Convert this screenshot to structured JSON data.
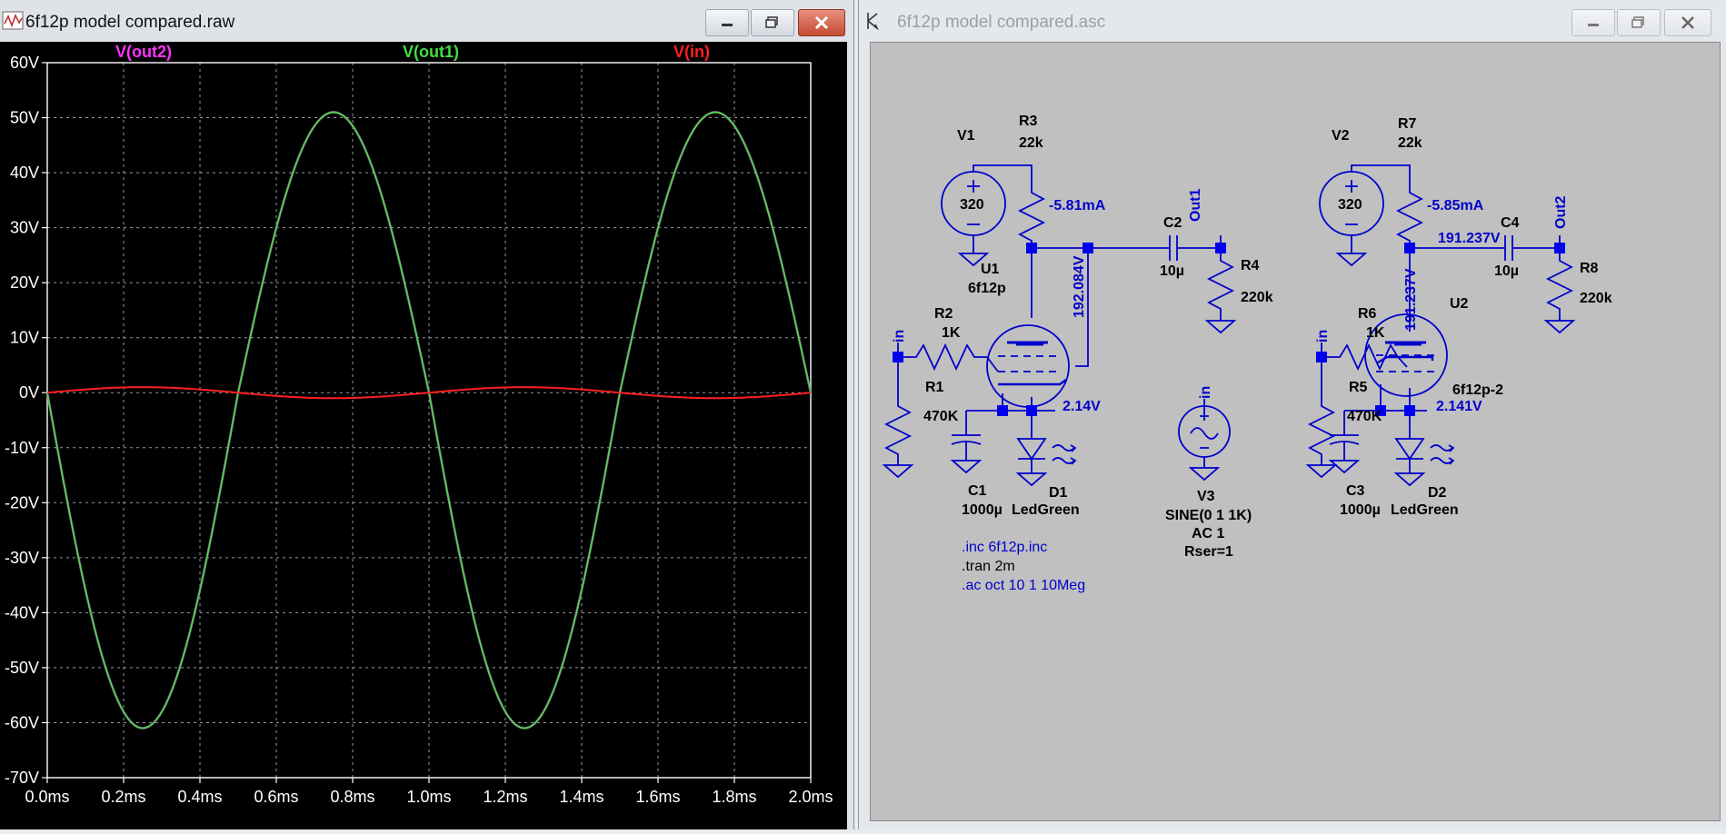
{
  "plot_window": {
    "title": "6f12p model compared.raw",
    "buttons": {
      "minimize": "minimize-icon",
      "maximize": "maximize-icon",
      "close": "close-icon"
    }
  },
  "schematic_window": {
    "title": "6f12p model compared.asc",
    "buttons": {
      "minimize": "minimize-icon",
      "maximize": "maximize-icon",
      "close": "close-icon"
    }
  },
  "chart_data": {
    "type": "line",
    "x_unit": "ms",
    "x_ticks": [
      "0.0ms",
      "0.2ms",
      "0.4ms",
      "0.6ms",
      "0.8ms",
      "1.0ms",
      "1.2ms",
      "1.4ms",
      "1.6ms",
      "1.8ms",
      "2.0ms"
    ],
    "y_ticks": [
      "60V",
      "50V",
      "40V",
      "30V",
      "20V",
      "10V",
      "0V",
      "-10V",
      "-20V",
      "-30V",
      "-40V",
      "-50V",
      "-60V",
      "-70V"
    ],
    "xlim": [
      0,
      2.0
    ],
    "ylim": [
      -70,
      60
    ],
    "grid": true,
    "background": "#000000",
    "series": [
      {
        "name": "V(out2)",
        "color": "#ff33ff",
        "expr": "-56*sin(2*pi*1000*t) - 5",
        "note_visible": false
      },
      {
        "name": "V(out1)",
        "color": "#44dd44",
        "expr": "-56*sin(2*pi*1000*t) - 5"
      },
      {
        "name": "V(in)",
        "color": "#ff2020",
        "expr": "sin(2*pi*1000*t)"
      }
    ],
    "series_samples": {
      "x": [
        0,
        0.1,
        0.2,
        0.25,
        0.3,
        0.4,
        0.5,
        0.6,
        0.7,
        0.75,
        0.8,
        0.9,
        1.0,
        1.1,
        1.2,
        1.25,
        1.3,
        1.4,
        1.5,
        1.6,
        1.7,
        1.75,
        1.8,
        1.9,
        2.0
      ],
      "out1": [
        0,
        -38,
        -57,
        -61,
        -57,
        -38,
        -5,
        28,
        47,
        51,
        47,
        28,
        0,
        -38,
        -57,
        -61,
        -57,
        -38,
        -5,
        28,
        47,
        51,
        47,
        28,
        0
      ],
      "in": [
        0,
        0.6,
        0.95,
        1,
        0.95,
        0.6,
        0,
        -0.6,
        -0.95,
        -1,
        -0.95,
        -0.6,
        0,
        0.6,
        0.95,
        1,
        0.95,
        0.6,
        0,
        -0.6,
        -0.95,
        -1,
        -0.95,
        -0.6,
        0
      ]
    }
  },
  "schematic": {
    "color": "#0000cc",
    "labels": {
      "v1": "V1",
      "v1_val": "320",
      "r3": "R3",
      "r3_val": "22k",
      "r3_cur": "-5.81mA",
      "c2": "C2",
      "c2_val": "10µ",
      "out1": "Out1",
      "r4": "R4",
      "r4_val": "220k",
      "u1": "U1",
      "u1_model": "6f12p",
      "node_u1": "192.084V",
      "r2": "R2",
      "r2_val": "1K",
      "in1": "in",
      "r1": "R1",
      "r1_val": "470K",
      "cath1": "2.14V",
      "c1": "C1",
      "c1_val": "1000µ",
      "d1": "D1",
      "d1_model": "LedGreen",
      "v2": "V2",
      "v2_val": "320",
      "r7": "R7",
      "r7_val": "22k",
      "r7_cur": "-5.85mA",
      "node_u2a": "191.237V",
      "node_u2b": "191.237V",
      "c4": "C4",
      "c4_val": "10µ",
      "out2": "Out2",
      "r8": "R8",
      "r8_val": "220k",
      "u2": "U2",
      "u2_model": "6f12p-2",
      "r6": "R6",
      "r6_val": "1K",
      "in2": "in",
      "r5": "R5",
      "r5_val": "470K",
      "cath2": "2.141V",
      "c3": "C3",
      "c3_val": "1000µ",
      "d2": "D2",
      "d2_model": "LedGreen",
      "in3": "in",
      "v3": "V3",
      "v3_line1": "SINE(0 1 1K)",
      "v3_line2": "AC 1",
      "v3_line3": "Rser=1",
      "dir1": ".inc 6f12p.inc",
      "dir2": ".tran 2m",
      "dir3": ".ac oct 10 1 10Meg"
    }
  }
}
